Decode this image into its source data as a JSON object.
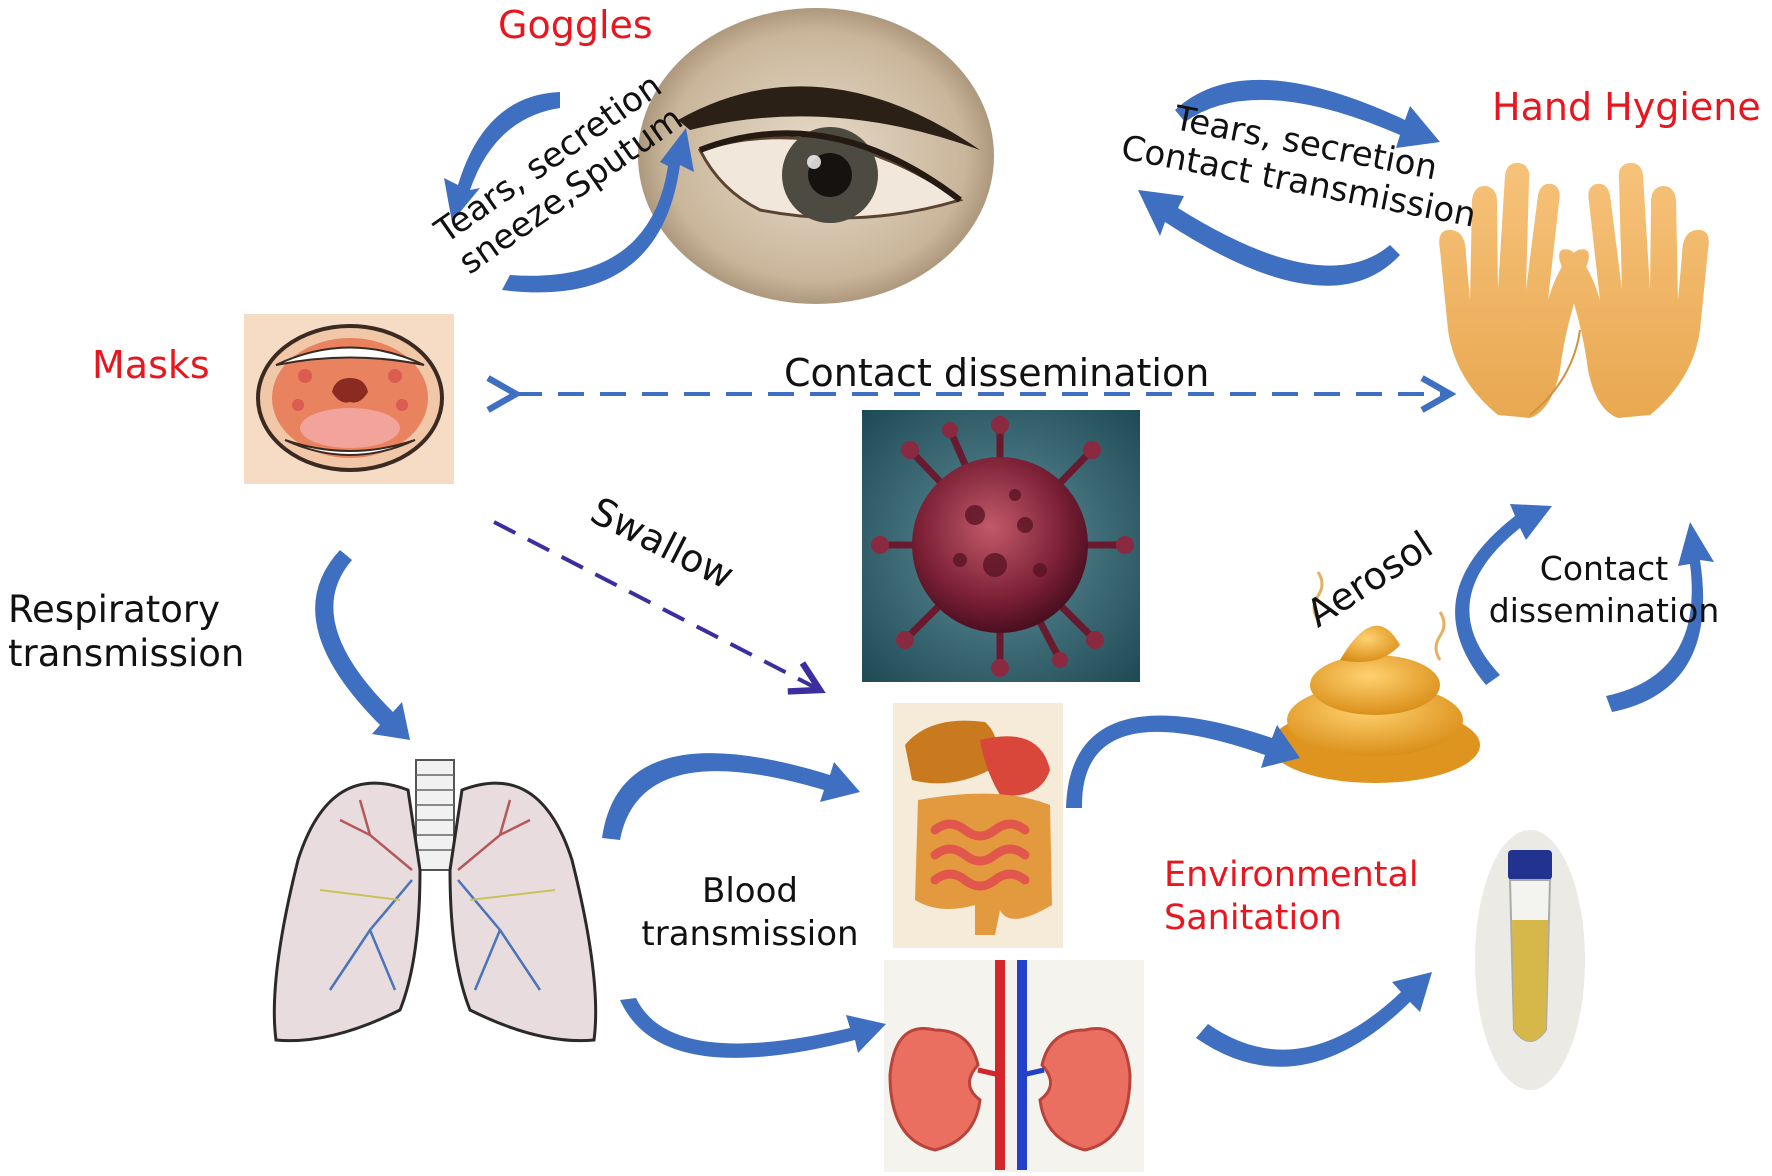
{
  "labels": {
    "goggles": "Goggles",
    "hand_hygiene": "Hand Hygiene",
    "masks": "Masks",
    "environmental_sanitation_line1": "Environmental",
    "environmental_sanitation_line2": "Sanitation",
    "eye_left_line1": "Tears, secretion",
    "eye_left_line2": "sneeze,Sputum",
    "eye_right_line1": "Tears, secretion",
    "eye_right_line2": "Contact transmission",
    "contact_dissemination_top": "Contact dissemination",
    "swallow": "Swallow",
    "respiratory_line1": "Respiratory",
    "respiratory_line2": "transmission",
    "blood_line1": "Blood",
    "blood_line2": "transmission",
    "aerosol": "Aerosol",
    "contact_dissemination_right_line1": "Contact",
    "contact_dissemination_right_line2": "dissemination"
  },
  "icons": {
    "eye": "eye-icon",
    "hands": "hands-icon",
    "mouth": "open-mouth-icon",
    "virus": "virus-icon",
    "lungs": "lungs-icon",
    "intestine": "digestive-system-icon",
    "kidneys": "kidneys-icon",
    "feces": "feces-icon",
    "sample_tube": "sample-tube-icon"
  },
  "colors": {
    "label_red": "#e8171f",
    "arrow_blue": "#3f6fc0",
    "arrow_purple": "#3b2fa0"
  }
}
